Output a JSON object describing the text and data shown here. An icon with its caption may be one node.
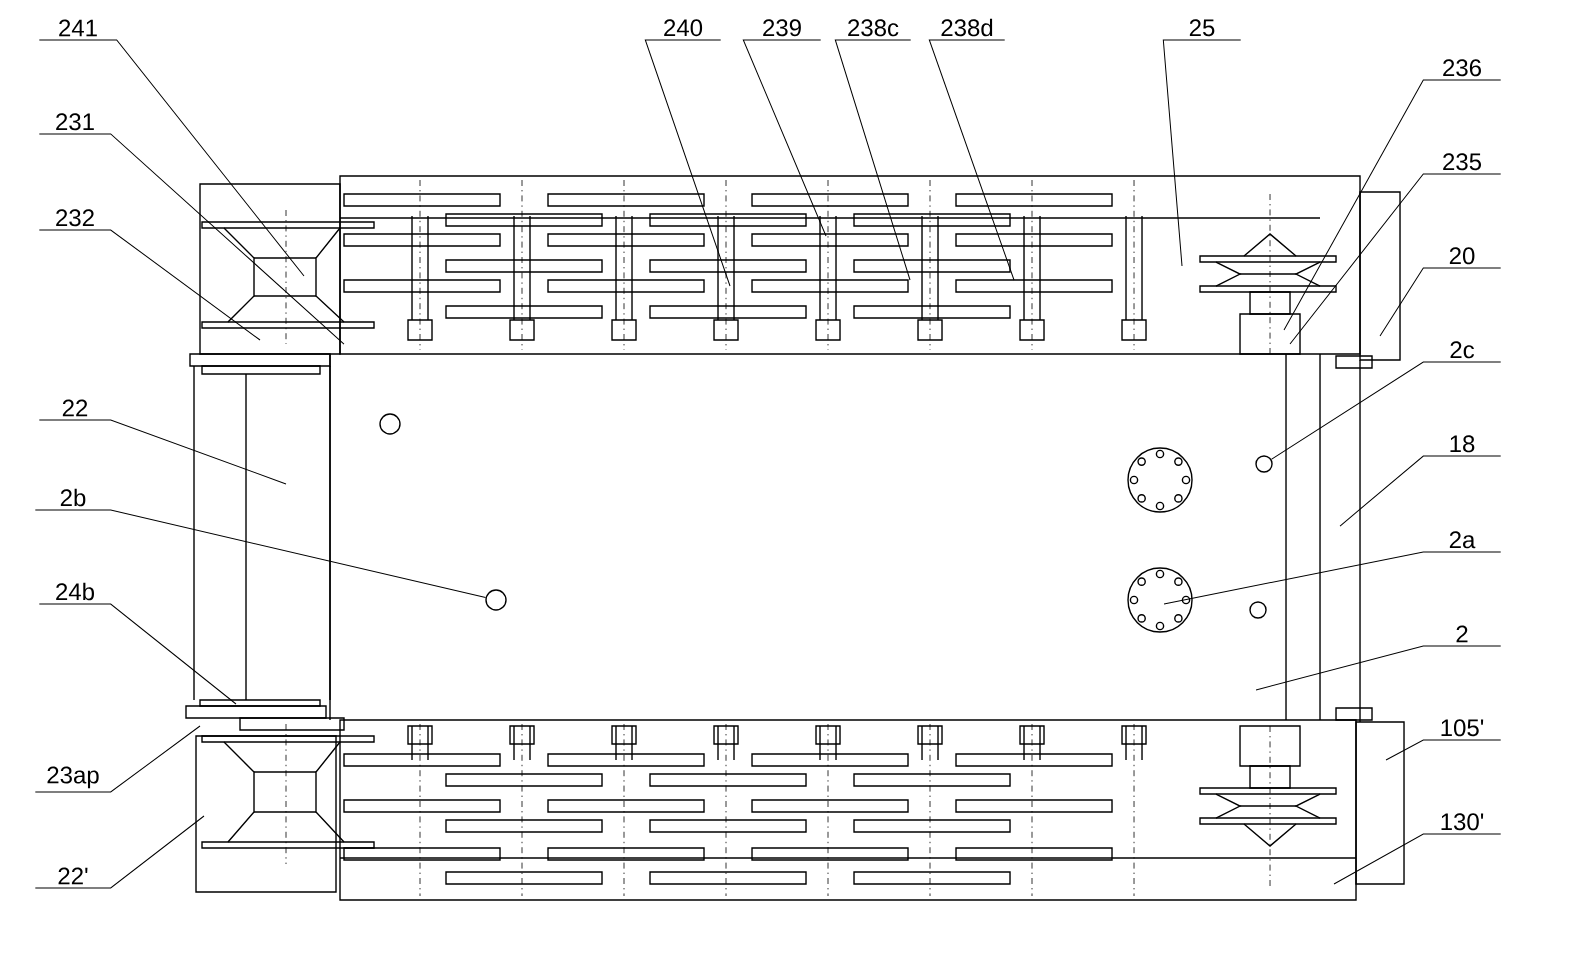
{
  "diagram": {
    "nodes": [
      {
        "text": [
          "241"
        ]
      },
      {
        "text": [
          "231"
        ]
      },
      {
        "text": [
          "232"
        ]
      },
      {
        "text": [
          "22"
        ]
      },
      {
        "text": [
          "2b"
        ]
      },
      {
        "text": [
          "24b"
        ]
      },
      {
        "text": [
          "23ap"
        ]
      },
      {
        "text": [
          "22'"
        ]
      },
      {
        "text": [
          "240"
        ]
      },
      {
        "text": [
          "239"
        ]
      },
      {
        "text": [
          "238c"
        ]
      },
      {
        "text": [
          "238d"
        ]
      },
      {
        "text": [
          "25"
        ]
      },
      {
        "text": [
          "236"
        ]
      },
      {
        "text": [
          "235"
        ]
      },
      {
        "text": [
          "20"
        ]
      },
      {
        "text": [
          "2c"
        ]
      },
      {
        "text": [
          "18"
        ]
      },
      {
        "text": [
          "2a"
        ]
      },
      {
        "text": [
          "2"
        ]
      },
      {
        "text": [
          "105'"
        ]
      },
      {
        "text": [
          "130'"
        ]
      },
      {
        "text": [],
        "shape": "circle"
      },
      {
        "text": [],
        "shape": "circle"
      }
    ],
    "edges": [
      {
        "from": 0,
        "to": null,
        "arrow": "none"
      },
      {
        "from": 1,
        "to": null,
        "arrow": "none"
      },
      {
        "from": 2,
        "to": null,
        "arrow": "none"
      },
      {
        "from": 3,
        "to": null,
        "arrow": "none"
      },
      {
        "from": 4,
        "to": 22,
        "arrow": "none"
      },
      {
        "from": 5,
        "to": null,
        "arrow": "none"
      },
      {
        "from": 6,
        "to": null,
        "arrow": "none"
      },
      {
        "from": 7,
        "to": null,
        "arrow": "none"
      },
      {
        "from": 8,
        "to": null,
        "arrow": "none"
      },
      {
        "from": 9,
        "to": null,
        "arrow": "none"
      },
      {
        "from": 10,
        "to": null,
        "arrow": "none"
      },
      {
        "from": 11,
        "to": null,
        "arrow": "none"
      },
      {
        "from": 12,
        "to": null,
        "arrow": "none"
      },
      {
        "from": 13,
        "to": null,
        "arrow": "none"
      },
      {
        "from": 14,
        "to": null,
        "arrow": "none"
      },
      {
        "from": 15,
        "to": null,
        "arrow": "none"
      },
      {
        "from": 16,
        "to": 23,
        "arrow": "none"
      },
      {
        "from": 17,
        "to": null,
        "arrow": "none"
      },
      {
        "from": 18,
        "to": null,
        "arrow": "none"
      },
      {
        "from": 19,
        "to": null,
        "arrow": "none"
      },
      {
        "from": 20,
        "to": null,
        "arrow": "none"
      },
      {
        "from": 21,
        "to": null,
        "arrow": "none"
      }
    ]
  }
}
